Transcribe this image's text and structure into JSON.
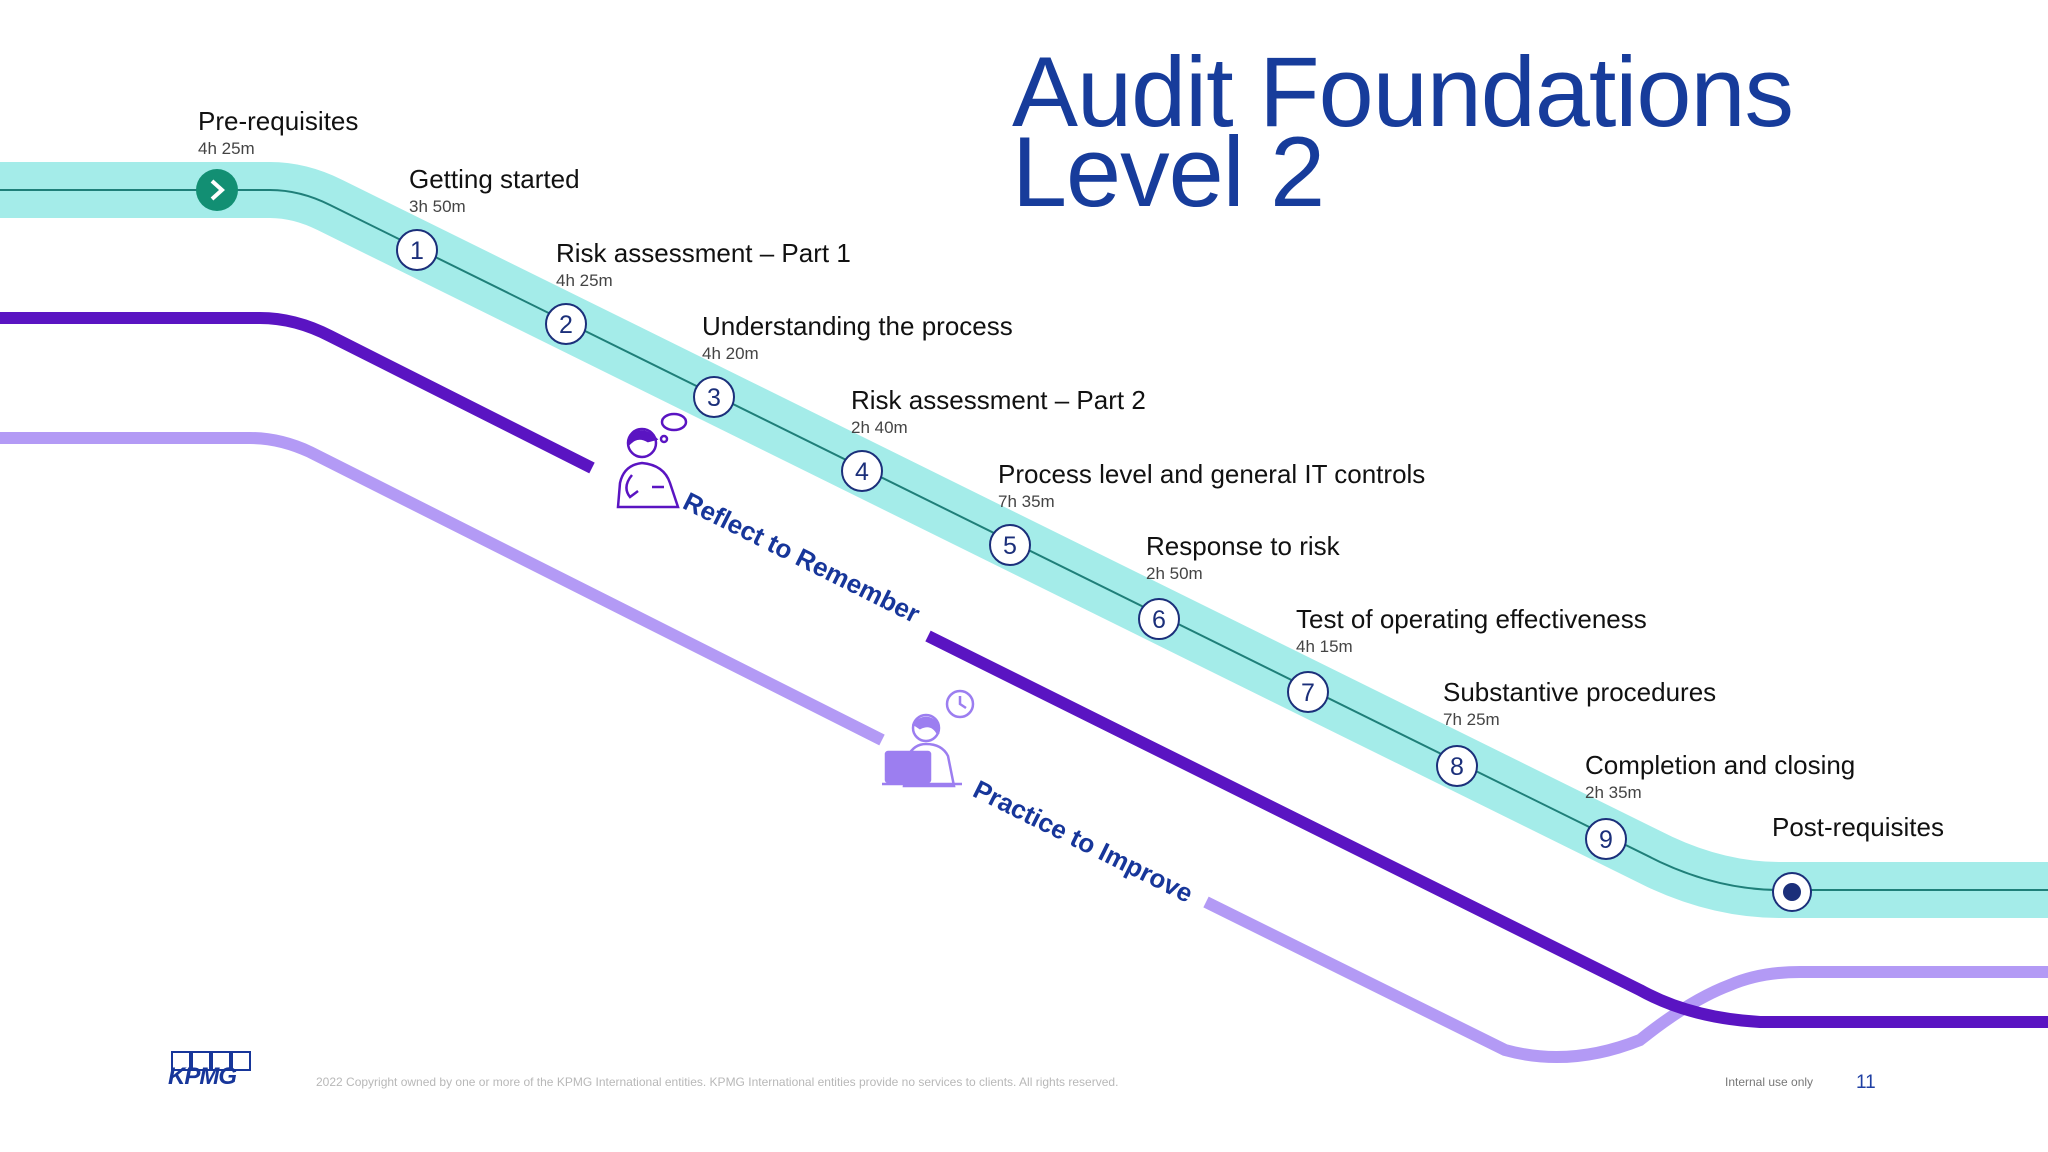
{
  "title": {
    "line1": "Audit Foundations",
    "line2": "Level 2"
  },
  "modules": [
    {
      "marker": "chevron",
      "title": "Pre-requisites",
      "duration": "4h 25m"
    },
    {
      "marker": "1",
      "title": "Getting started",
      "duration": "3h 50m"
    },
    {
      "marker": "2",
      "title": "Risk assessment – Part 1",
      "duration": "4h 25m"
    },
    {
      "marker": "3",
      "title": "Understanding the process",
      "duration": "4h 20m"
    },
    {
      "marker": "4",
      "title": "Risk assessment – Part 2",
      "duration": "2h 40m"
    },
    {
      "marker": "5",
      "title": "Process level and general IT controls",
      "duration": "7h 35m"
    },
    {
      "marker": "6",
      "title": "Response to risk",
      "duration": "2h 50m"
    },
    {
      "marker": "7",
      "title": "Test of operating effectiveness",
      "duration": "4h 15m"
    },
    {
      "marker": "8",
      "title": "Substantive procedures",
      "duration": "7h 25m"
    },
    {
      "marker": "9",
      "title": "Completion and closing",
      "duration": "2h 35m"
    },
    {
      "marker": "dot",
      "title": "Post-requisites",
      "duration": ""
    }
  ],
  "paths": {
    "reflect": "Reflect to Remember",
    "practice": "Practice to Improve"
  },
  "colors": {
    "main_track": "#a4ece9",
    "reflect_track": "#5a14c2",
    "practice_track": "#b39af5",
    "title": "#173c9b",
    "start_marker": "#128f73"
  },
  "footer": {
    "logo": "KPMG",
    "copyright": "2022 Copyright owned by one or more of the KPMG International entities. KPMG International entities provide no services to clients. All rights reserved.",
    "classification": "Internal use only",
    "page": "11"
  }
}
